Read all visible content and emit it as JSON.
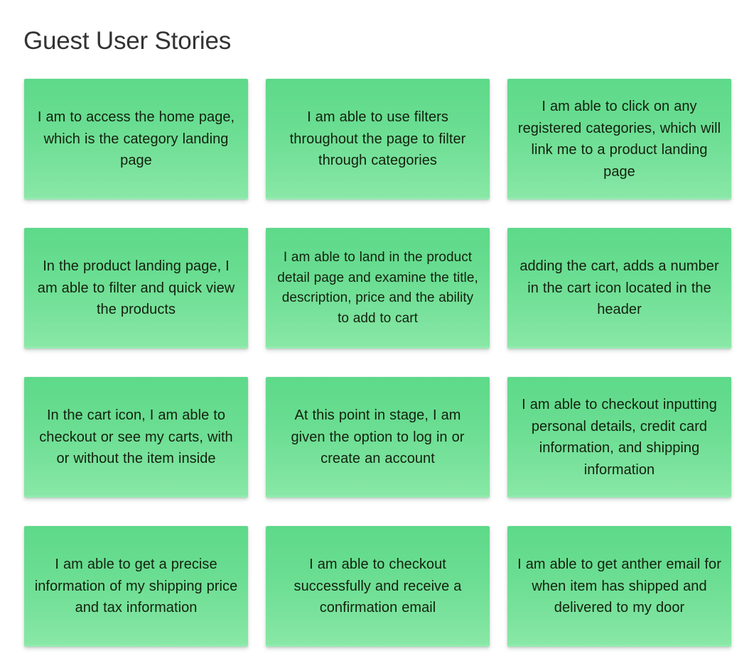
{
  "page": {
    "title": "Guest User Stories",
    "background_color": "#ffffff",
    "title_color": "#333333"
  },
  "board": {
    "columns": 3,
    "rows": 4,
    "card_color_top": "#5ed98a",
    "card_color_bottom": "#8ae8a7",
    "card_text_color": "#14210f",
    "cards": [
      {
        "id": "card-1",
        "text": "I am to access the home page, which is the category landing page"
      },
      {
        "id": "card-2",
        "text": "I am able to use filters throughout the page to filter through categories"
      },
      {
        "id": "card-3",
        "text": "I am able to click on any registered categories, which will link me to a product landing page"
      },
      {
        "id": "card-4",
        "text": "In the product landing page, I am able to filter and quick view the products"
      },
      {
        "id": "card-5",
        "text": "I am able to land in the product detail page and examine the title, description, price and the ability to add to cart"
      },
      {
        "id": "card-6",
        "text": "adding the cart, adds a number in the cart icon located in the header"
      },
      {
        "id": "card-7",
        "text": "In the cart icon, I am able to checkout or see my carts, with or without the item inside"
      },
      {
        "id": "card-8",
        "text": "At this point in stage, I am given the option to log in or create an account"
      },
      {
        "id": "card-9",
        "text": "I am able to checkout inputting personal details, credit card information, and shipping information"
      },
      {
        "id": "card-10",
        "text": "I am able to get a precise information of my shipping price and tax information"
      },
      {
        "id": "card-11",
        "text": "I am able to checkout successfully and receive a confirmation email"
      },
      {
        "id": "card-12",
        "text": "I am able to get anther email for when item has shipped and delivered to my door"
      }
    ]
  }
}
